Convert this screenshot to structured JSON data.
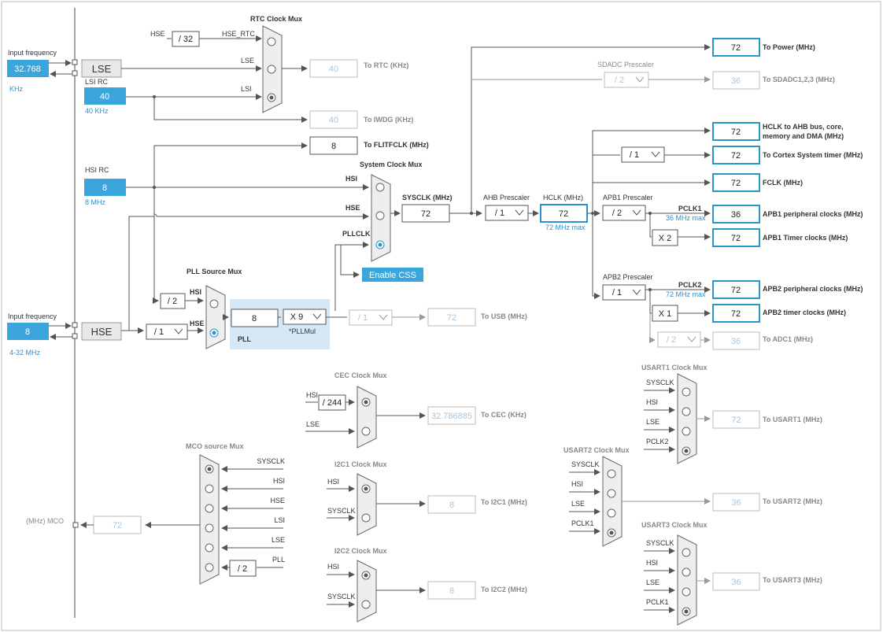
{
  "sources": {
    "lse": {
      "freq_label": "Input frequency",
      "value": "32.768",
      "unit": "KHz",
      "name": "LSE"
    },
    "lsi": {
      "name": "LSI RC",
      "value": "40",
      "sub": "40 KHz"
    },
    "hsi": {
      "name": "HSI RC",
      "value": "8",
      "sub": "8 MHz"
    },
    "hse": {
      "freq_label": "Input frequency",
      "value": "8",
      "unit": "4-32 MHz",
      "name": "HSE"
    }
  },
  "rtc": {
    "title": "RTC Clock Mux",
    "in_hse": "HSE",
    "div": "/ 32",
    "hse_rtc": "HSE_RTC",
    "in_lse": "LSE",
    "in_lsi": "LSI",
    "out_value": "40",
    "out_label": "To RTC (KHz)"
  },
  "iwdg": {
    "value": "40",
    "label": "To IWDG (KHz)"
  },
  "flit": {
    "value": "8",
    "label": "To FLITFCLK (MHz)"
  },
  "sysmux": {
    "title": "System Clock Mux",
    "in_hsi": "HSI",
    "in_hse": "HSE",
    "in_pll": "PLLCLK",
    "css": "Enable CSS",
    "sysclk_label": "SYSCLK (MHz)",
    "sysclk_value": "72"
  },
  "pllsrc": {
    "title": "PLL Source Mux",
    "in_hsi": "HSI",
    "in_hse": "HSE",
    "hsi_div": "/ 2",
    "hse_div": "/ 1"
  },
  "pll": {
    "label": "PLL",
    "value": "8",
    "mul": "X 9",
    "mul_label": "*PLLMul"
  },
  "usb": {
    "div": "/ 1",
    "value": "72",
    "label": "To USB (MHz)"
  },
  "ahb": {
    "label": "AHB Prescaler",
    "value": "/ 1"
  },
  "hclk": {
    "label": "HCLK (MHz)",
    "value": "72",
    "max": "72 MHz max"
  },
  "outputs": {
    "power": {
      "value": "72",
      "label": "To Power (MHz)"
    },
    "sdadc_title": "SDADC Prescaler",
    "sdadc_div": "/ 2",
    "sdadc": {
      "value": "36",
      "label": "To SDADC1,2,3 (MHz)"
    },
    "hclk_ahb": {
      "value": "72",
      "label1": "HCLK to AHB bus, core,",
      "label2": "memory and DMA (MHz)"
    },
    "cortex_div": "/ 1",
    "cortex": {
      "value": "72",
      "label": "To Cortex System timer (MHz)"
    },
    "fclk": {
      "value": "72",
      "label": "FCLK (MHz)"
    }
  },
  "apb1": {
    "label": "APB1 Prescaler",
    "div": "/ 2",
    "pclk": "PCLK1",
    "max": "36 MHz max",
    "periph_value": "36",
    "periph_label": "APB1 peripheral clocks (MHz)",
    "timer_mul": "X 2",
    "timer_value": "72",
    "timer_label": "APB1 Timer clocks (MHz)"
  },
  "apb2": {
    "label": "APB2 Prescaler",
    "div": "/ 1",
    "pclk": "PCLK2",
    "max": "72 MHz max",
    "periph_value": "72",
    "periph_label": "APB2 peripheral clocks (MHz)",
    "timer_mul": "X 1",
    "timer_value": "72",
    "timer_label": "APB2 timer clocks (MHz)",
    "adc_div": "/ 2",
    "adc_value": "36",
    "adc_label": "To ADC1 (MHz)"
  },
  "cec": {
    "title": "CEC Clock Mux",
    "in_hsi": "HSI",
    "div": "/ 244",
    "in_lse": "LSE",
    "value": "32.786885",
    "label": "To CEC (KHz)"
  },
  "mco": {
    "title": "MCO source Mux",
    "inputs": [
      "SYSCLK",
      "HSI",
      "HSE",
      "LSI",
      "LSE",
      "PLL"
    ],
    "pll_div": "/ 2",
    "value": "72",
    "label": "(MHz) MCO"
  },
  "i2c1": {
    "title": "I2C1 Clock Mux",
    "in1": "HSI",
    "in2": "SYSCLK",
    "value": "8",
    "label": "To I2C1 (MHz)"
  },
  "i2c2": {
    "title": "I2C2 Clock Mux",
    "in1": "HSI",
    "in2": "SYSCLK",
    "value": "8",
    "label": "To I2C2 (MHz)"
  },
  "usart1": {
    "title": "USART1 Clock Mux",
    "inputs": [
      "SYSCLK",
      "HSI",
      "LSE",
      "PCLK2"
    ],
    "value": "72",
    "label": "To USART1 (MHz)"
  },
  "usart2": {
    "title": "USART2 Clock Mux",
    "inputs": [
      "SYSCLK",
      "HSI",
      "LSE",
      "PCLK1"
    ],
    "value": "36",
    "label": "To USART2 (MHz)"
  },
  "usart3": {
    "title": "USART3 Clock Mux",
    "inputs": [
      "SYSCLK",
      "HSI",
      "LSE",
      "PCLK1"
    ],
    "value": "36",
    "label": "To USART3 (MHz)"
  },
  "colors": {
    "source_fill": "#3ba6dc",
    "active_border": "#2a95c7",
    "disabled_text": "#aac4db",
    "pll_bg": "#d6e8f6"
  }
}
